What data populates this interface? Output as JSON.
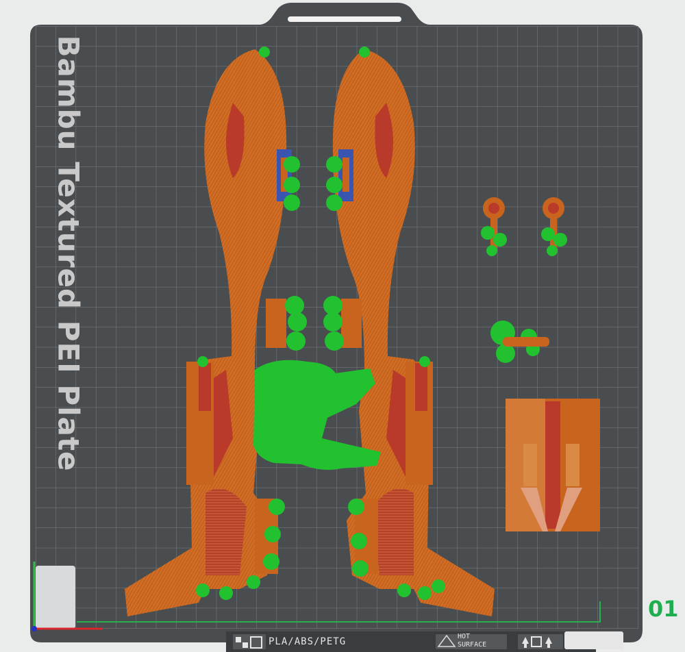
{
  "plate": {
    "type_label": "Bambu Textured PEI Plate",
    "plate_number": "01",
    "filament_label": "PLA/ABS/PETG",
    "hot_label_1": "HOT",
    "hot_label_2": "SURFACE"
  },
  "icons": {
    "left_badge": "plate-logo-icon",
    "warning": "hot-surface-warning-icon",
    "right": "plate-arrows-icon"
  },
  "colors": {
    "plate": "#4a4d4f",
    "grid": "#7a7d7f",
    "model_orange": "#c8641e",
    "model_red": "#b93a2a",
    "support_green": "#22c130",
    "plate_number": "#1fae4f"
  }
}
